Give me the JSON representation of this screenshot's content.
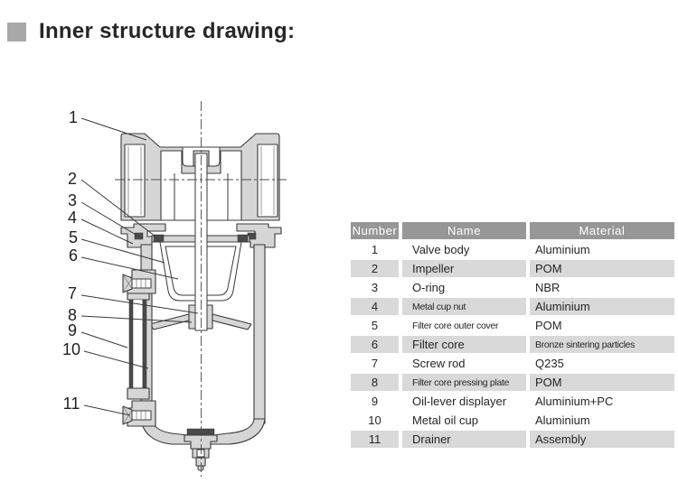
{
  "header": {
    "title": "Inner structure drawing:",
    "bullet_icon": "section-marker-square"
  },
  "colors": {
    "table_header_bg": "#979797",
    "table_row_alt_bg": "#d9d9d9",
    "bullet_gray": "#a8a8a8",
    "metal_fill": "#d6d6d6",
    "outline": "#3a3a3a"
  },
  "drawing": {
    "callouts": [
      "1",
      "2",
      "3",
      "4",
      "5",
      "6",
      "7",
      "8",
      "9",
      "10",
      "11"
    ]
  },
  "table": {
    "headers": [
      "Number",
      "Name",
      "Material"
    ],
    "rows": [
      {
        "number": "1",
        "name": "Valve body",
        "material": "Aluminium",
        "shade": false
      },
      {
        "number": "2",
        "name": "Impeller",
        "material": "POM",
        "shade": true
      },
      {
        "number": "3",
        "name": "O-ring",
        "material": "NBR",
        "shade": false
      },
      {
        "number": "4",
        "name": "Metal cup nut",
        "material": "Aluminium",
        "shade": true,
        "name_small": true
      },
      {
        "number": "5",
        "name": "Filter core outer cover",
        "material": "POM",
        "shade": false,
        "name_small": true
      },
      {
        "number": "6",
        "name": "Filter core",
        "material": "Bronze sintering particles",
        "shade": true,
        "material_small": true
      },
      {
        "number": "7",
        "name": "Screw rod",
        "material": "Q235",
        "shade": false
      },
      {
        "number": "8",
        "name": "Filter core pressing plate",
        "material": "POM",
        "shade": true,
        "name_small": true
      },
      {
        "number": "9",
        "name": "Oil-lever displayer",
        "material": "Aluminium+PC",
        "shade": false
      },
      {
        "number": "10",
        "name": "Metal oil cup",
        "material": "Aluminium",
        "shade": false
      },
      {
        "number": "11",
        "name": "Drainer",
        "material": "Assembly",
        "shade": true
      }
    ]
  }
}
